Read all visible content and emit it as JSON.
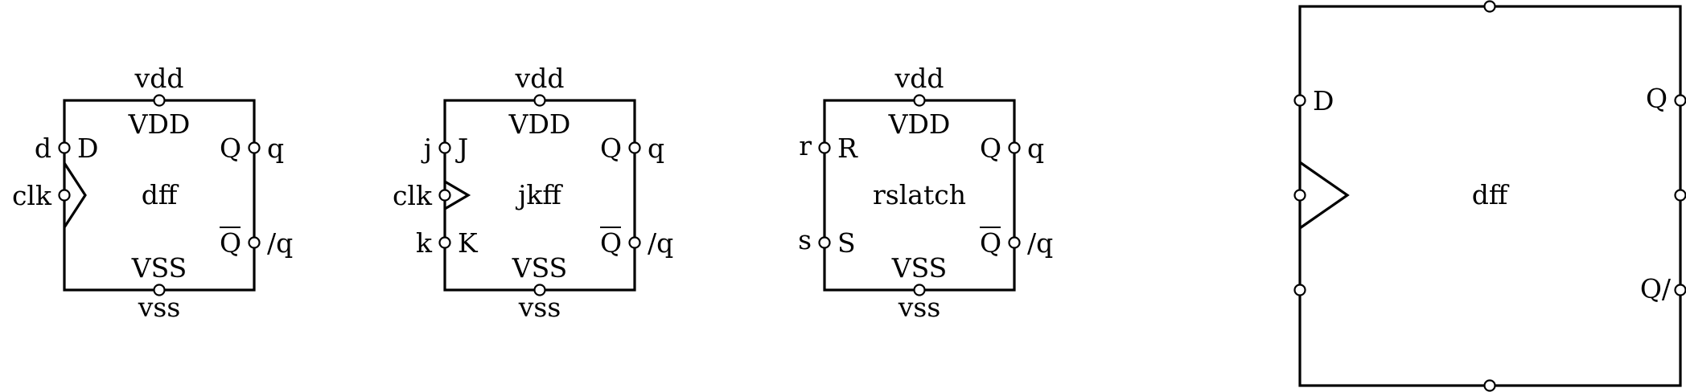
{
  "cells": [
    {
      "name": "dff",
      "nets": {
        "top": "vdd",
        "bottom": "vss",
        "left_top": "d",
        "left_mid": "clk",
        "right_top": "q",
        "right_bot": "/q"
      },
      "pins": {
        "top": "VDD",
        "bottom": "VSS",
        "left_top": "D",
        "right_top": "Q",
        "right_bot": "Q"
      }
    },
    {
      "name": "jkff",
      "nets": {
        "top": "vdd",
        "bottom": "vss",
        "left_top": "j",
        "left_mid": "clk",
        "left_bot": "k",
        "right_top": "q",
        "right_bot": "/q"
      },
      "pins": {
        "top": "VDD",
        "bottom": "VSS",
        "left_top": "J",
        "left_bot": "K",
        "right_top": "Q",
        "right_bot": "Q"
      }
    },
    {
      "name": "rslatch",
      "nets": {
        "top": "vdd",
        "bottom": "vss",
        "left_top": "r",
        "left_bot": "s",
        "right_top": "q",
        "right_bot": "/q"
      },
      "pins": {
        "top": "VDD",
        "bottom": "VSS",
        "left_top": "R",
        "left_bot": "S",
        "right_top": "Q",
        "right_bot": "Q"
      }
    }
  ],
  "big_cell": {
    "name": "dff",
    "pins": {
      "left_top": "D",
      "right_top": "Q",
      "right_bot": "Q/"
    }
  }
}
